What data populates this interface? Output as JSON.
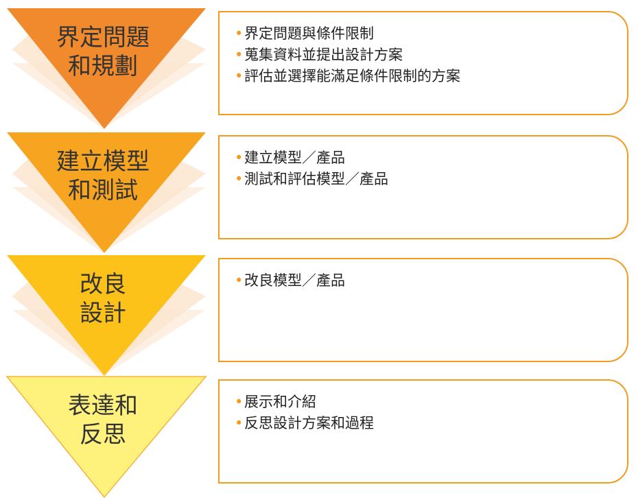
{
  "colors": {
    "stage1": "#f08a2c",
    "stage2": "#f7a521",
    "stage3": "#fcc21a",
    "stage4": "#fff27c",
    "border": "#f39a1f",
    "shadow": "#fbd9b3"
  },
  "stages": [
    {
      "title_line1": "界定問題",
      "title_line2": "和規劃",
      "items": [
        "界定問題與條件限制",
        "蒐集資料並提出設計方案",
        "評估並選擇能滿足條件限制的方案"
      ]
    },
    {
      "title_line1": "建立模型",
      "title_line2": "和測試",
      "items": [
        "建立模型／產品",
        "測試和評估模型／產品"
      ]
    },
    {
      "title_line1": "改良",
      "title_line2": "設計",
      "items": [
        "改良模型／產品"
      ]
    },
    {
      "title_line1": "表達和",
      "title_line2": "反思",
      "items": [
        "展示和介紹",
        "反思設計方案和過程"
      ]
    }
  ],
  "bullet_symbol": "•"
}
